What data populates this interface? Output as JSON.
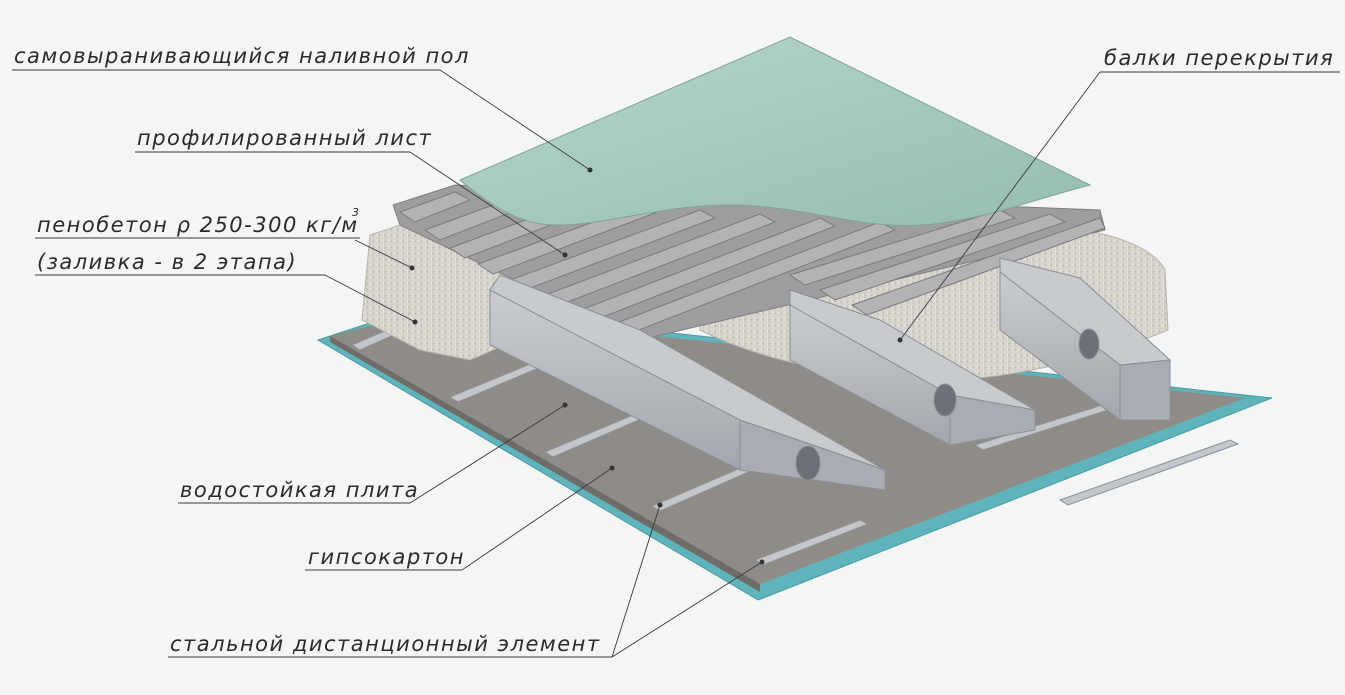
{
  "labels": {
    "floor_screed": "самовыранивающийся наливной пол",
    "profiled_sheet": "профилированный лист",
    "foam_concrete_line1": "пенобетон ρ 250-300 кг/м",
    "foam_concrete_sup": "3",
    "foam_concrete_line2": "(заливка - в 2 этапа)",
    "floor_beams": "балки перекрытия",
    "water_board": "водостойкая плита",
    "drywall": "гипсокартон",
    "steel_spacer": "стальной дистанционный элемент"
  },
  "colors": {
    "background": "#f4f5f5",
    "screed": "#a9cbbf",
    "profiled_sheet": "#9d9d9f",
    "foam_concrete": "#d6d3ce",
    "steel": "#b9bcc1",
    "water_board": "#8f8c87",
    "drywall": "#5fb3ba"
  }
}
